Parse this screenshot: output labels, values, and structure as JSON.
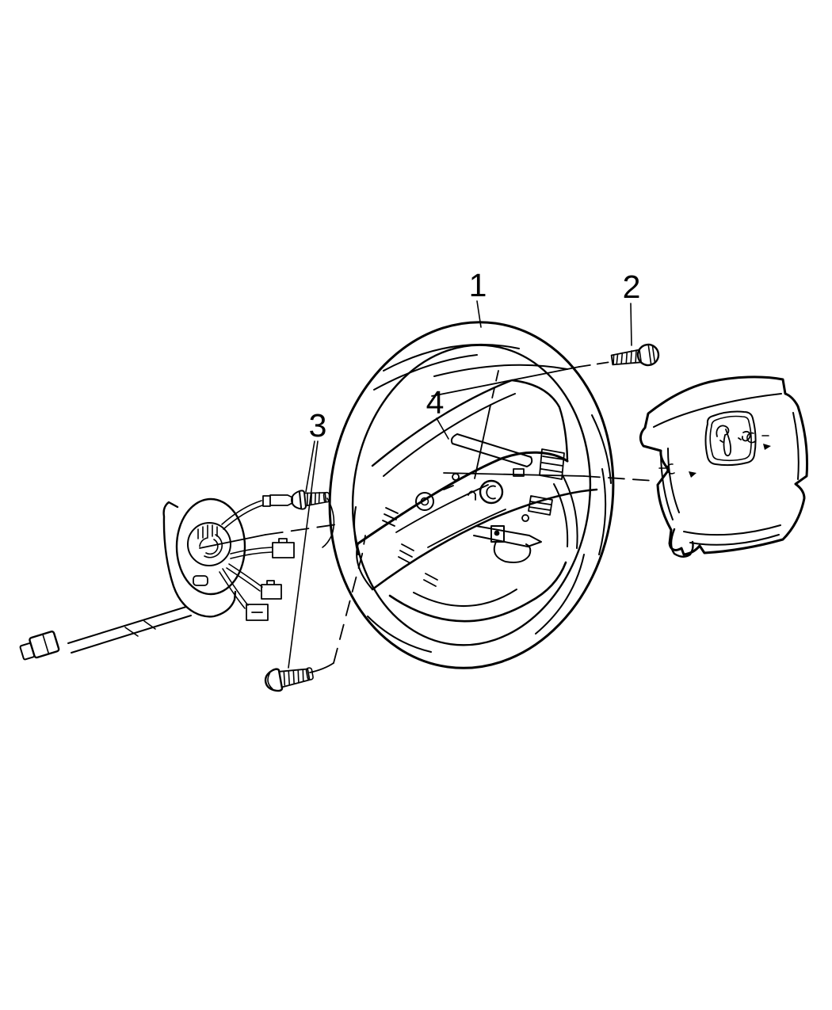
{
  "diagram": {
    "background_color": "#ffffff",
    "line_color": "#000000",
    "callouts": [
      {
        "number": "1",
        "target": "steering-wheel"
      },
      {
        "number": "2",
        "target": "airbag-module-bolt"
      },
      {
        "number": "3",
        "target": "mounting-screws"
      },
      {
        "number": "4",
        "target": "steering-wheel-hub"
      }
    ]
  }
}
